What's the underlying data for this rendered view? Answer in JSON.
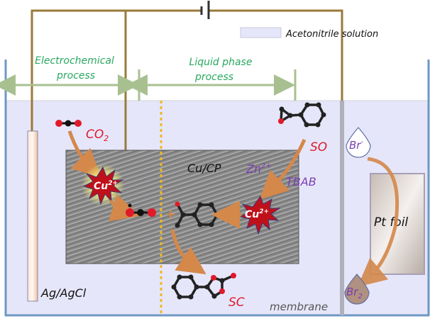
{
  "legend": {
    "label": "Acetonitrile solution",
    "swatch_color": "#e6e6fa"
  },
  "regions": {
    "electrochemical": {
      "line1": "Electrochemical",
      "line2": "process"
    },
    "liquid": {
      "line1": "Liquid phase",
      "line2": "process"
    }
  },
  "labels": {
    "co2": "CO",
    "co2_sub": "2",
    "cu_top": "Cu",
    "cu_top_sup": "2+",
    "cu_right": "Cu",
    "cu_right_sup": "2+",
    "cathode": "Cu/CP",
    "zn": "Zn",
    "zn_sup": "2+",
    "tbab": "TBAB",
    "so": "SO",
    "sc": "SC",
    "ref_electrode": "Ag/AgCl",
    "membrane": "membrane",
    "anode": "Pt foil",
    "br_minus": "Br",
    "br_minus_sup": "-",
    "br2": "Br",
    "br2_sub": "2",
    "plus": "+"
  },
  "colors": {
    "wire": "#9a7a3a",
    "solution": "#e6e6fa",
    "vessel": "#6e98c4",
    "region_arrow": "#a8c090",
    "region_text": "#2aa860",
    "reaction_arrow": "#d4884a",
    "red_label": "#e01a2a",
    "purple_label": "#7a3fb0",
    "divider": "#f0b820",
    "membrane": "#b0b0bc"
  }
}
